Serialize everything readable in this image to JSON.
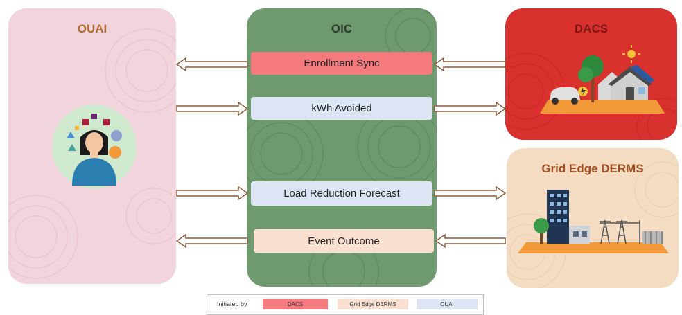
{
  "panels": {
    "ouai": {
      "title": "OUAI"
    },
    "oic": {
      "title": "OIC"
    },
    "dacs": {
      "title": "DACS"
    },
    "derms": {
      "title": "Grid Edge DERMS"
    }
  },
  "messages": [
    {
      "label": "Enrollment Sync",
      "from": "DACS",
      "to": "OUAI",
      "initiator": "DACS"
    },
    {
      "label": "kWh Avoided",
      "from": "OUAI",
      "to": "DACS",
      "initiator": "OUAI"
    },
    {
      "label": "Load Reduction Forecast",
      "from": "OUAI",
      "to": "Grid Edge DERMS",
      "initiator": "OUAI"
    },
    {
      "label": "Event Outcome",
      "from": "Grid Edge DERMS",
      "to": "OUAI",
      "initiator": "Grid Edge DERMS"
    }
  ],
  "legend": {
    "label": "Initiated by",
    "items": [
      "DACS",
      "Grid Edge DERMS",
      "OUAI"
    ]
  },
  "colors": {
    "dacs": "#f47a7e",
    "derms": "#f8dfcf",
    "ouai": "#dde4f3",
    "oic_panel": "#6f9a70",
    "ouai_panel": "#f2d4dc",
    "dacs_panel": "#d9312d",
    "derms_panel": "#f4dcc2"
  },
  "icons": [
    "person-icon",
    "house-solar-icon",
    "grid-city-icon"
  ]
}
